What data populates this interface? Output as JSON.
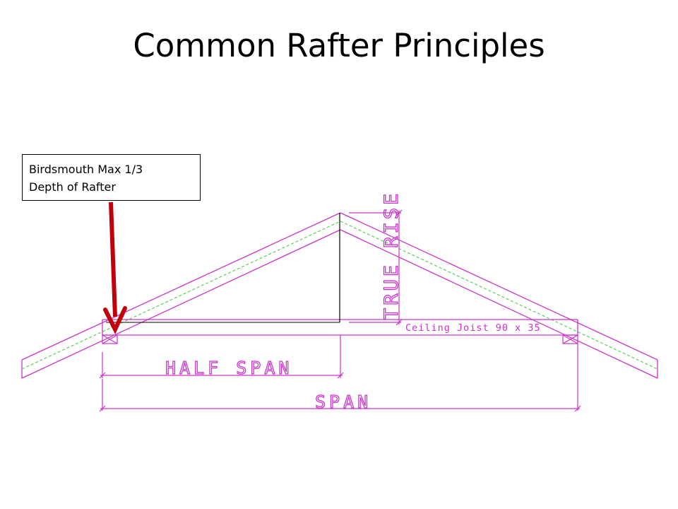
{
  "title": "Common Rafter Principles",
  "callout": {
    "line1": "Birdsmouth Max 1/3",
    "line2": "Depth of Rafter"
  },
  "labels": {
    "true_rise": "TRUE RISE",
    "ceiling_joist": "Ceiling Joist 90 x 35",
    "half_span": "HALF SPAN",
    "span": "SPAN"
  },
  "colors": {
    "cad_lines": "#cc33cc",
    "center_line": "#33cc33",
    "arrow": "#c0000b",
    "text": "#000000"
  }
}
